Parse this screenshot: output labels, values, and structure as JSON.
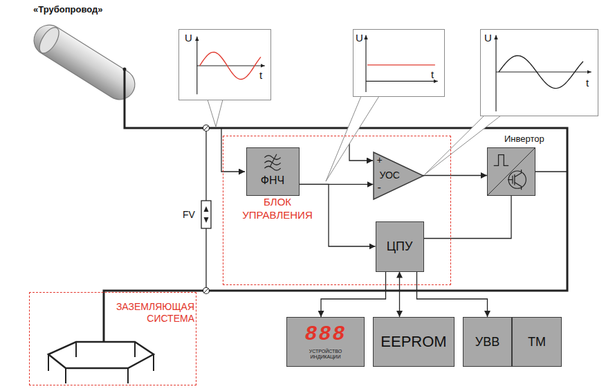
{
  "diagram": {
    "nodes": [
      {
        "text": [
          "U",
          "t"
        ]
      },
      {
        "text": [
          "U",
          "t"
        ]
      },
      {
        "text": [
          "U",
          "t"
        ]
      },
      {
        "text": [
          "БЛОК УПРАВЛЕНИЯ"
        ]
      },
      {
        "text": [
          "ФНЧ"
        ],
        "in": 3
      },
      {
        "text": [
          "+",
          "УОС",
          "-"
        ],
        "in": 3
      },
      {
        "text": [
          "ЦПУ"
        ],
        "in": 3
      },
      {
        "text": [
          "Инвертор"
        ]
      },
      {
        "text": [
          "ЗАЗЕМЛЯЮЩАЯ СИСТЕМА"
        ]
      },
      {
        "text": [
          "888",
          "УСТРОЙСТВО ИНДИКАЦИИ"
        ]
      },
      {
        "text": [
          "EEPROM"
        ]
      },
      {
        "text": [
          "УВВ"
        ]
      },
      {
        "text": [
          "ТМ"
        ]
      }
    ],
    "edges": [
      {
        "from": 4,
        "to": 5,
        "arrow": "to"
      },
      {
        "from": 4,
        "to": 6,
        "arrow": "to"
      },
      {
        "from": 5,
        "to": 7,
        "arrow": "to"
      },
      {
        "from": 6,
        "to": 7,
        "arrow": "none"
      },
      {
        "from": 6,
        "to": 9,
        "arrow": "to"
      },
      {
        "from": 6,
        "to": 10,
        "arrow": "both"
      },
      {
        "from": 6,
        "to": 11,
        "arrow": "to"
      }
    ],
    "labels": [
      "«Трубопровод»",
      "FV"
    ]
  }
}
